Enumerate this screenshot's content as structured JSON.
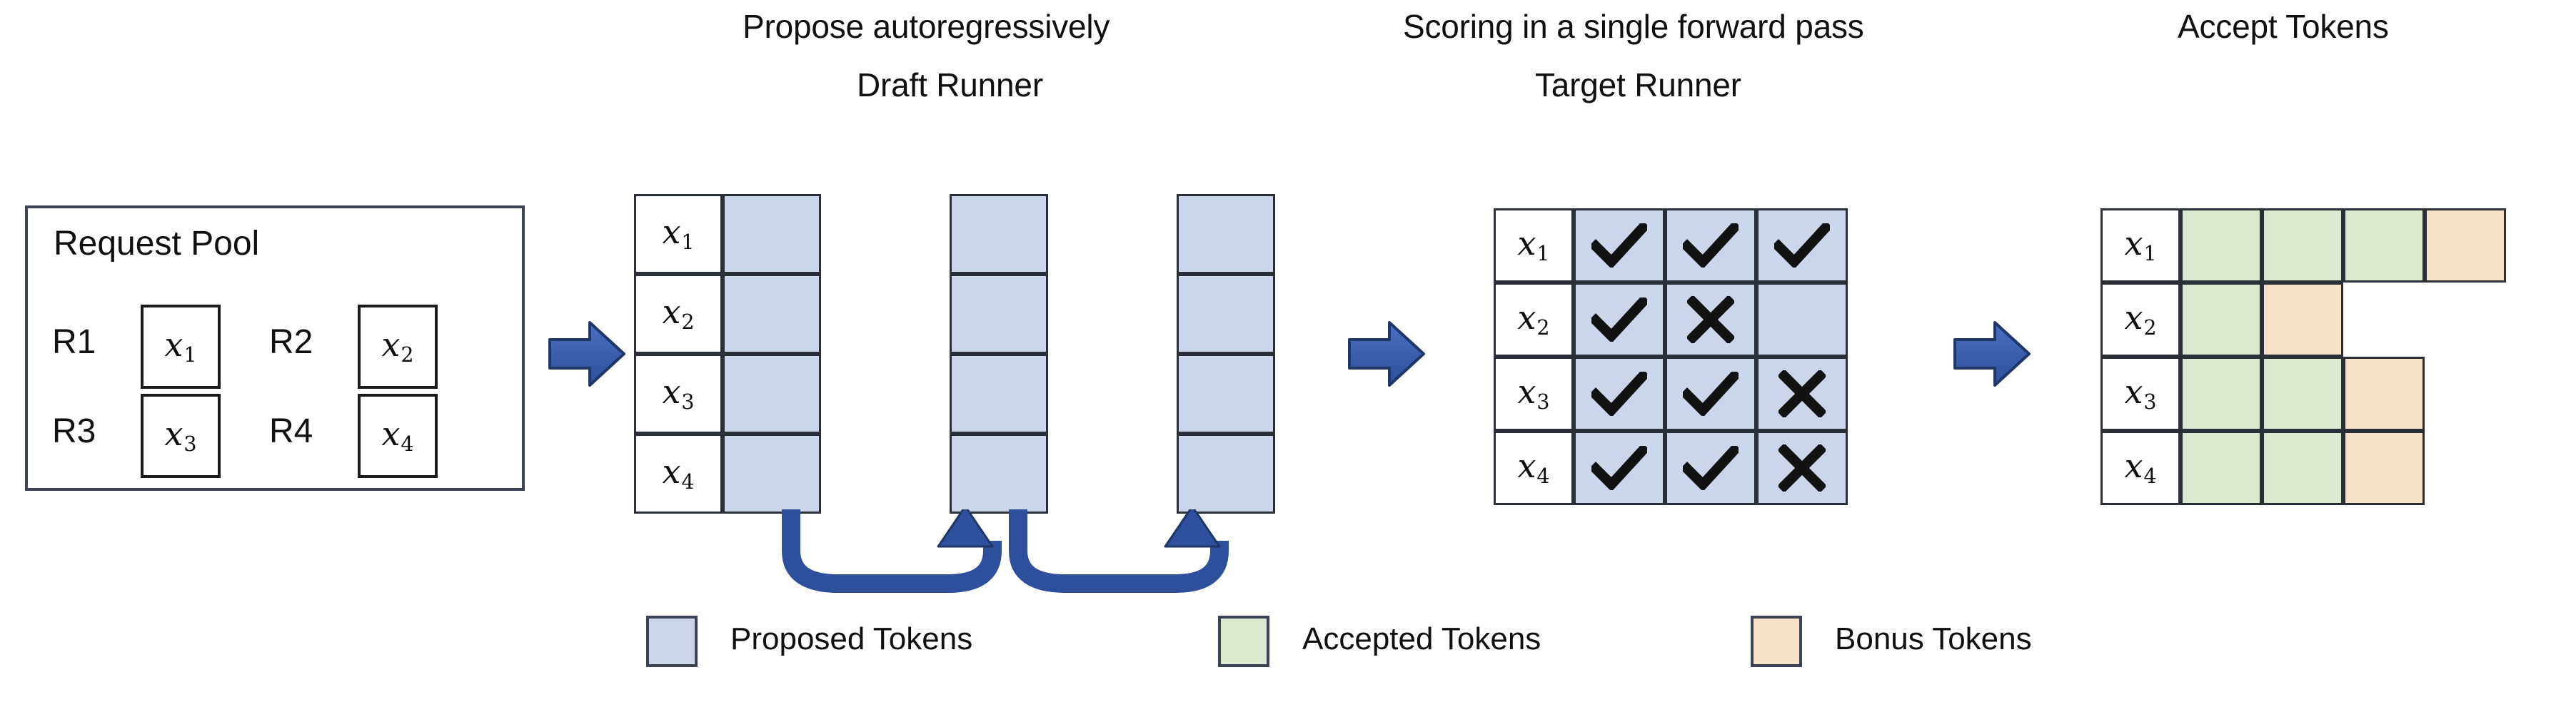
{
  "headings": {
    "propose": "Propose autoregressively",
    "draft_runner": "Draft Runner",
    "scoring": "Scoring in a single forward pass",
    "target_runner": "Target Runner",
    "accept": "Accept Tokens"
  },
  "request_pool": {
    "title": "Request Pool",
    "requests": [
      {
        "label": "R1",
        "token": "x",
        "index": "1"
      },
      {
        "label": "R2",
        "token": "x",
        "index": "2"
      },
      {
        "label": "R3",
        "token": "x",
        "index": "3"
      },
      {
        "label": "R4",
        "token": "x",
        "index": "4"
      }
    ]
  },
  "draft_runner": {
    "row_labels": [
      {
        "token": "x",
        "index": "1"
      },
      {
        "token": "x",
        "index": "2"
      },
      {
        "token": "x",
        "index": "3"
      },
      {
        "token": "x",
        "index": "4"
      }
    ],
    "columns": 3,
    "cell_kind": "proposed"
  },
  "target_runner": {
    "row_labels": [
      {
        "token": "x",
        "index": "1"
      },
      {
        "token": "x",
        "index": "2"
      },
      {
        "token": "x",
        "index": "3"
      },
      {
        "token": "x",
        "index": "4"
      }
    ],
    "rows": [
      {
        "marks": [
          "check",
          "check",
          "check"
        ]
      },
      {
        "marks": [
          "check",
          "cross",
          "none"
        ]
      },
      {
        "marks": [
          "check",
          "check",
          "cross"
        ]
      },
      {
        "marks": [
          "check",
          "check",
          "cross"
        ]
      }
    ]
  },
  "accept_tokens": {
    "row_labels": [
      {
        "token": "x",
        "index": "1"
      },
      {
        "token": "x",
        "index": "2"
      },
      {
        "token": "x",
        "index": "3"
      },
      {
        "token": "x",
        "index": "4"
      }
    ],
    "rows": [
      {
        "cells": [
          "accepted",
          "accepted",
          "accepted",
          "bonus"
        ]
      },
      {
        "cells": [
          "accepted",
          "bonus"
        ]
      },
      {
        "cells": [
          "accepted",
          "accepted",
          "bonus"
        ]
      },
      {
        "cells": [
          "accepted",
          "accepted",
          "bonus"
        ]
      }
    ]
  },
  "legend": [
    {
      "label": "Proposed Tokens",
      "color": "#ccd6ea"
    },
    {
      "label": "Accepted Tokens",
      "color": "#dce8d0"
    },
    {
      "label": "Bonus Tokens",
      "color": "#f7e0c8"
    }
  ],
  "colors": {
    "proposed": "#ccd6ea",
    "accepted": "#dce8d0",
    "bonus": "#f7e0c8",
    "arrow_blue": "#3a5ca8",
    "arrow_blue_dark": "#2a4a90",
    "outline": "#2b2f38",
    "text": "#101010"
  },
  "flow_arrows": [
    {
      "name": "pool-to-draft"
    },
    {
      "name": "draft-to-target"
    },
    {
      "name": "target-to-accept"
    }
  ],
  "loop_arrows": [
    {
      "name": "draft-loop-1"
    },
    {
      "name": "draft-loop-2"
    }
  ]
}
